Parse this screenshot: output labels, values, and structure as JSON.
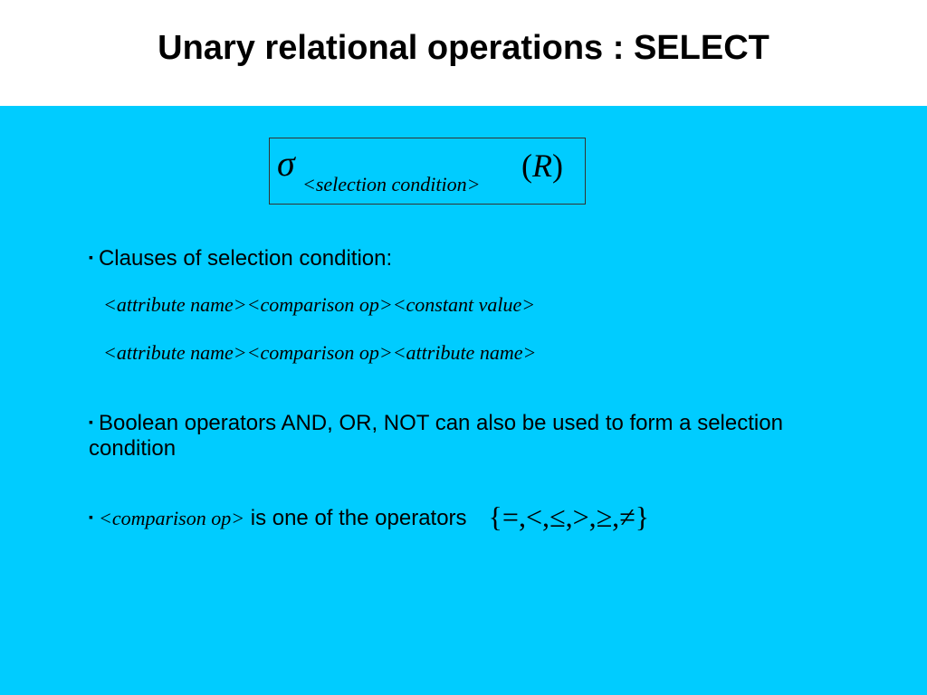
{
  "slide": {
    "title": "Unary relational operations : SELECT"
  },
  "formula": {
    "sigma": "σ",
    "subscript": "<selection condition>",
    "argument_open": "(",
    "argument": "R",
    "argument_close": ")"
  },
  "bullets": {
    "b1": {
      "marker": "▪",
      "text": "Clauses of selection condition:"
    },
    "clauses": [
      "<attribute name><comparison op><constant value>",
      "<attribute name><comparison op><attribute name>"
    ],
    "b2": {
      "marker": "▪",
      "text": "Boolean operators AND, OR, NOT can also be used to form a selection condition"
    },
    "b3": {
      "marker": "▪",
      "term": "<comparison op>",
      "text": " is one of the operators",
      "operators": "{=,<,≤,>,≥,≠}"
    }
  },
  "colors": {
    "content_background": "#00ccff",
    "title_background": "#ffffff"
  }
}
